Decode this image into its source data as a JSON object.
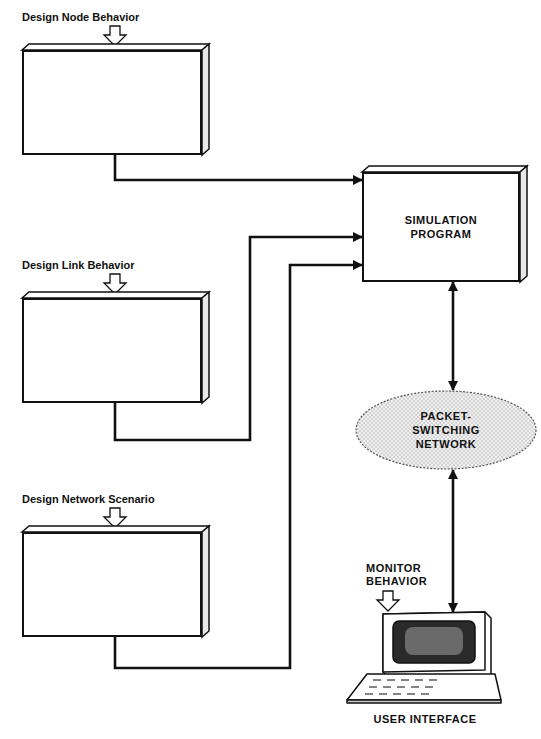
{
  "diagram": {
    "nodes": [
      {
        "text": [
          "Design Node Behavior"
        ]
      },
      {
        "text": [
          "Design Link Behavior"
        ]
      },
      {
        "text": [
          "Design Network Scenario"
        ]
      },
      {
        "text": [
          "SIMULATION PROGRAM"
        ]
      },
      {
        "text": [
          "PACKET-SWITCHING NETWORK"
        ]
      },
      {
        "text": [
          "USER INTERFACE"
        ]
      }
    ],
    "edges": [
      {
        "from": 0,
        "to": 3,
        "arrow": "to"
      },
      {
        "from": 1,
        "to": 3,
        "arrow": "to"
      },
      {
        "from": 2,
        "to": 3,
        "arrow": "to"
      },
      {
        "from": 3,
        "to": 4,
        "arrow": "both"
      },
      {
        "from": 4,
        "to": 5,
        "arrow": "both"
      }
    ],
    "labels": [
      "MONITOR BEHAVIOR"
    ]
  }
}
